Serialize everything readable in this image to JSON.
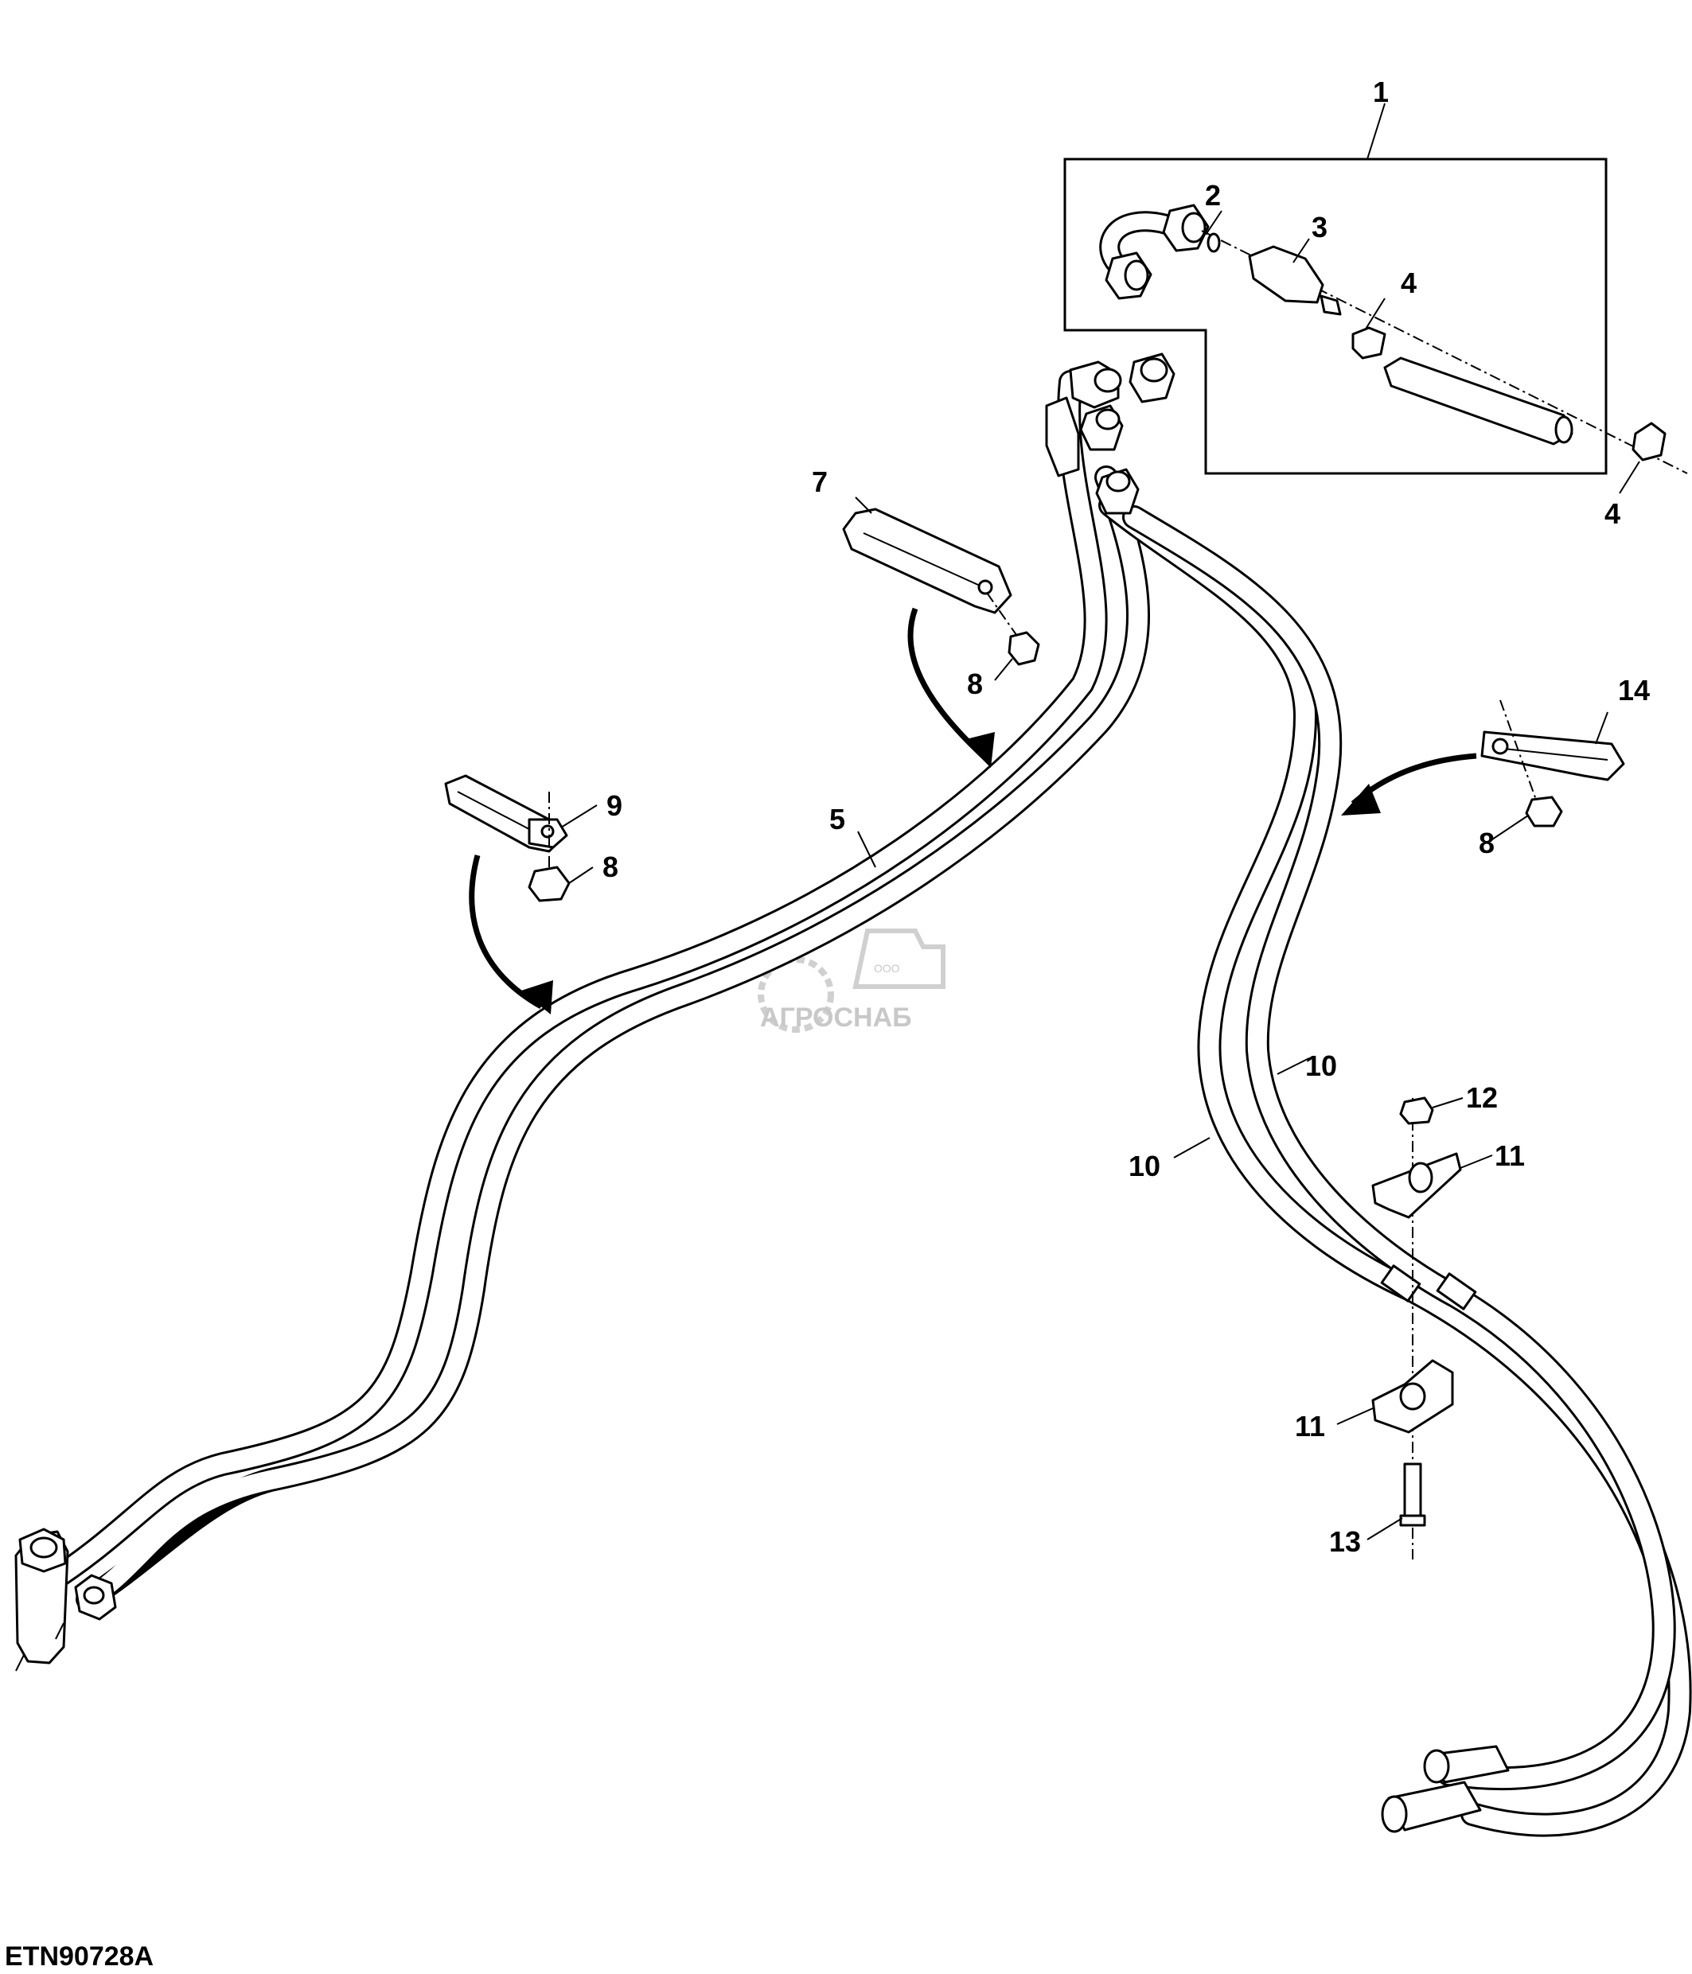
{
  "figure": {
    "id": "ETN90728A",
    "watermark": {
      "company": "АГРОСНАБ",
      "prefix": "ООО"
    }
  },
  "callouts": {
    "c1": "1",
    "c2": "2",
    "c3": "3",
    "c4a": "4",
    "c4b": "4",
    "c5": "5",
    "c7": "7",
    "c8a": "8",
    "c8b": "8",
    "c8c": "8",
    "c9": "9",
    "c10a": "10",
    "c10b": "10",
    "c11a": "11",
    "c11b": "11",
    "c12": "12",
    "c13": "13",
    "c14": "14"
  }
}
